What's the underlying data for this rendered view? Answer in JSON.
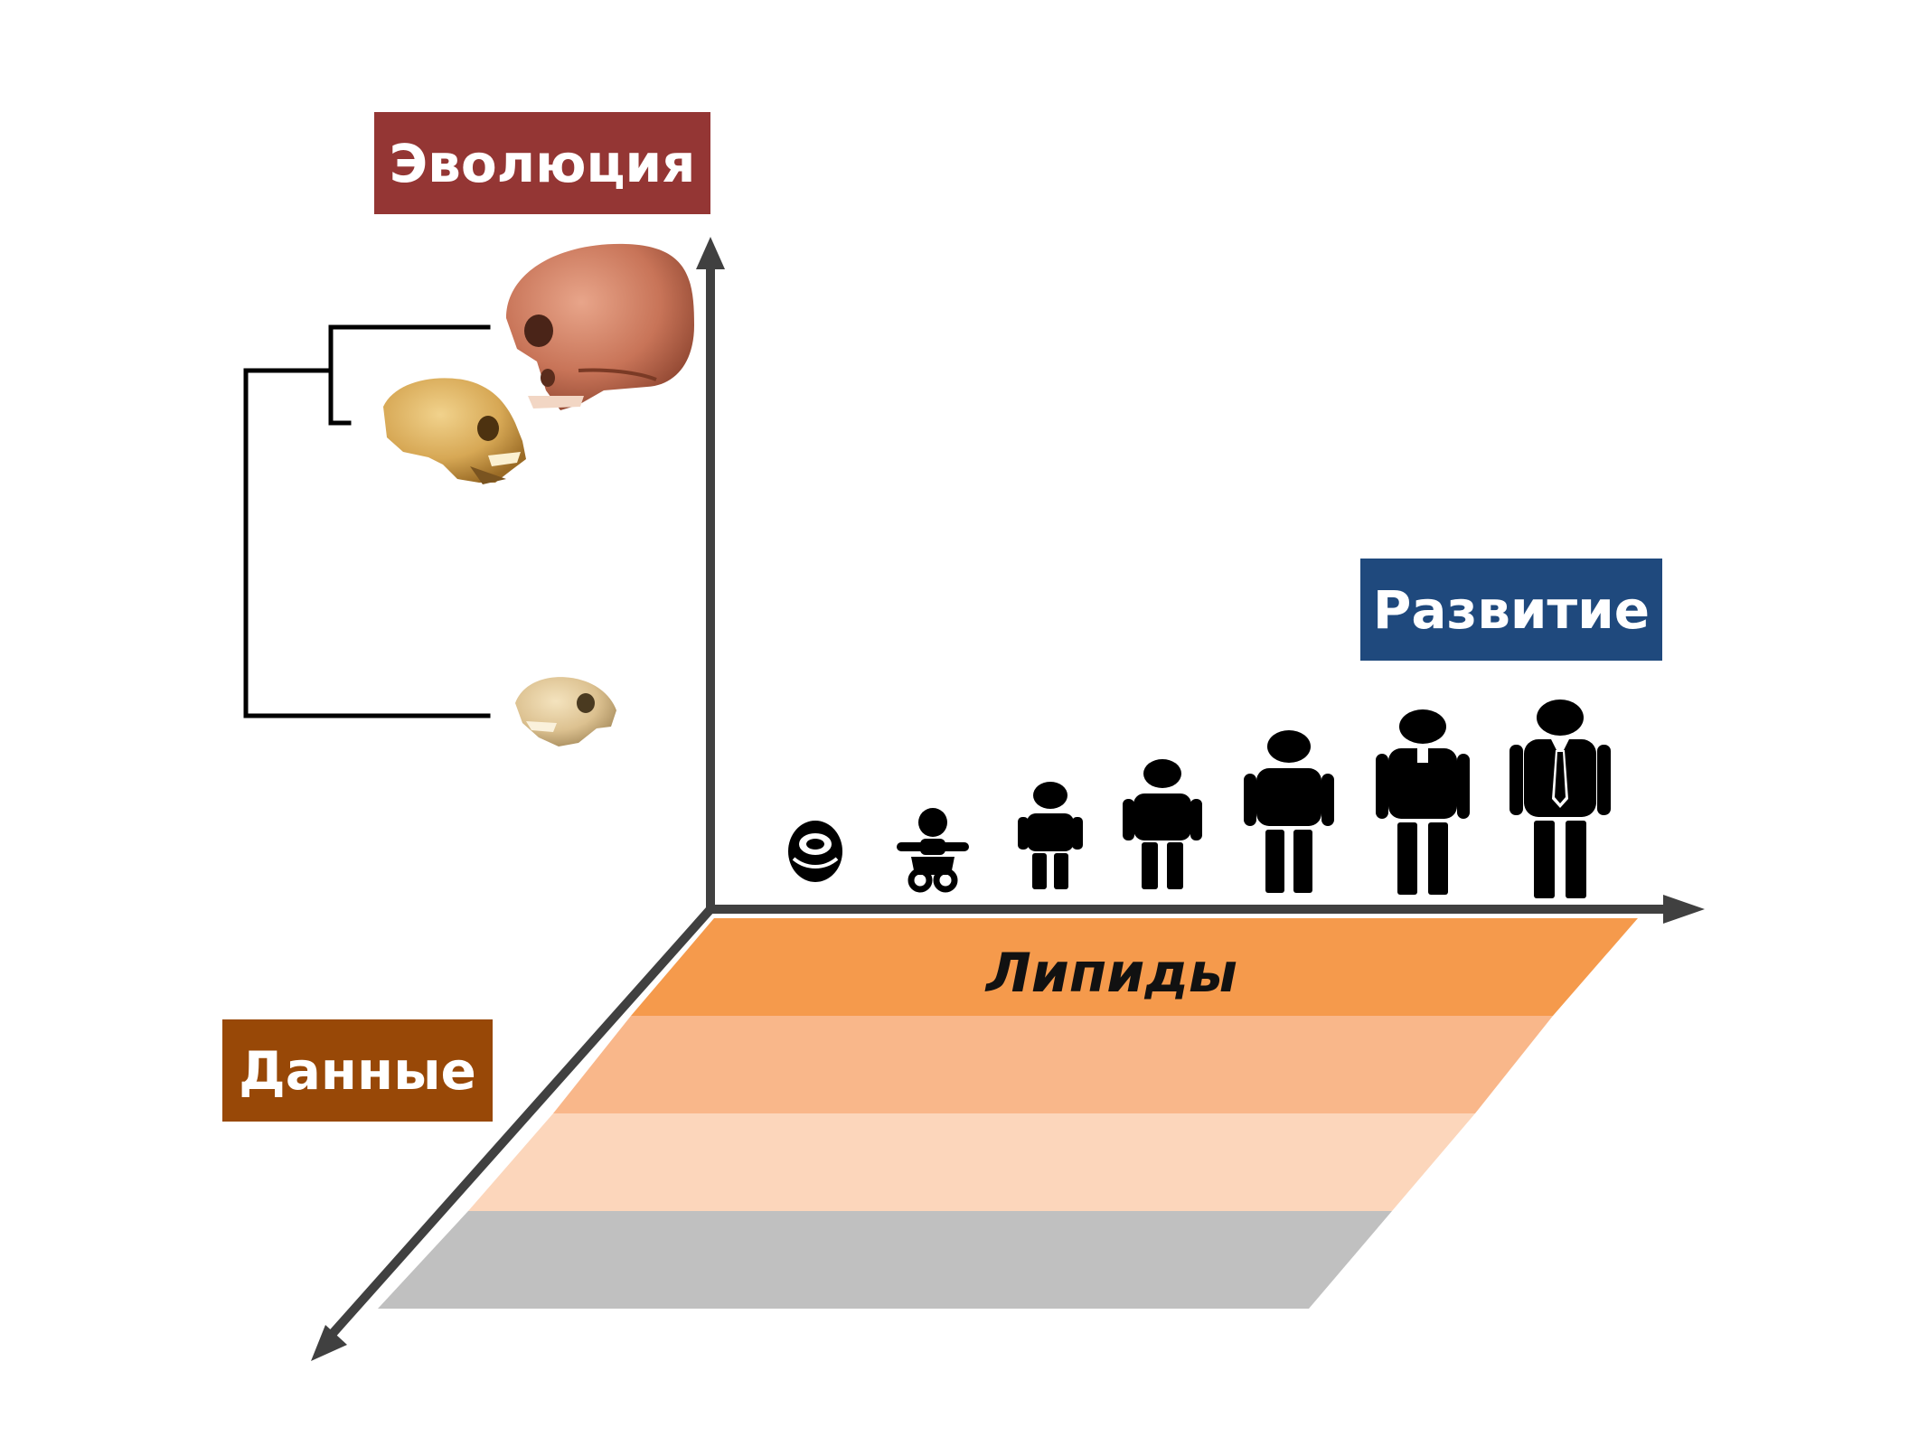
{
  "labels": {
    "evolution": "Эволюция",
    "development": "Развитие",
    "data": "Данные",
    "band_lipids": "Липиды"
  },
  "colors": {
    "evolution_box": "#943634",
    "development_box": "#1f497d",
    "data_box": "#984807",
    "band_1": "#f59a4c",
    "band_2": "#f9b78a",
    "band_3": "#fcd6bb",
    "band_4": "#c0c0c0",
    "axis": "#404040",
    "tree": "#000000",
    "silhouette": "#000000"
  },
  "icons": {
    "top_skull": "human-skull-icon",
    "middle_skull": "chimpanzee-skull-icon",
    "bottom_skull": "primate-skull-icon",
    "development_stages": [
      "embryo-icon",
      "infant-icon",
      "toddler-icon",
      "child-icon",
      "teen-icon",
      "young-adult-icon",
      "adult-icon"
    ]
  }
}
